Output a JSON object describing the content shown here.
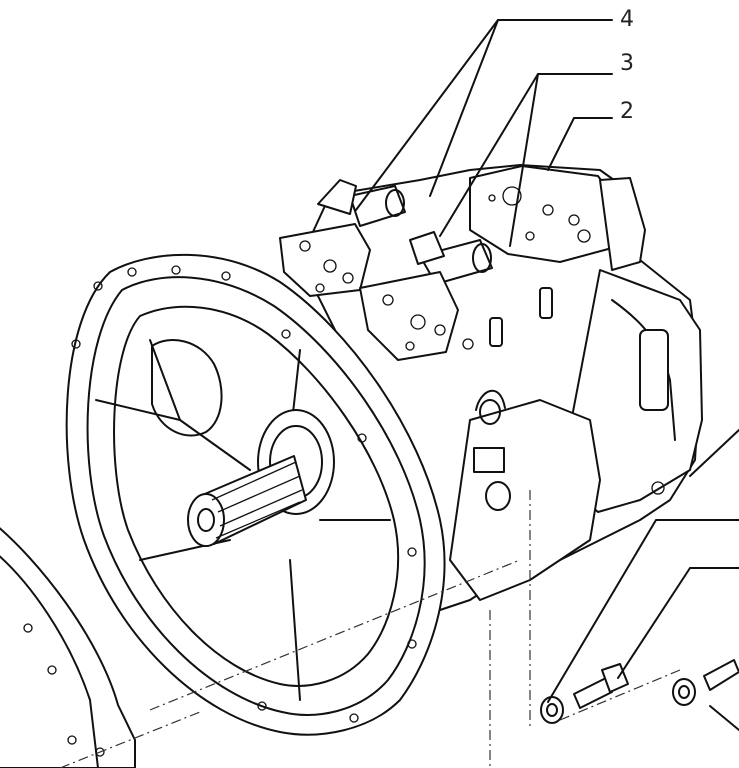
{
  "callouts": [
    {
      "label": "4"
    },
    {
      "label": "3"
    },
    {
      "label": "2"
    }
  ]
}
